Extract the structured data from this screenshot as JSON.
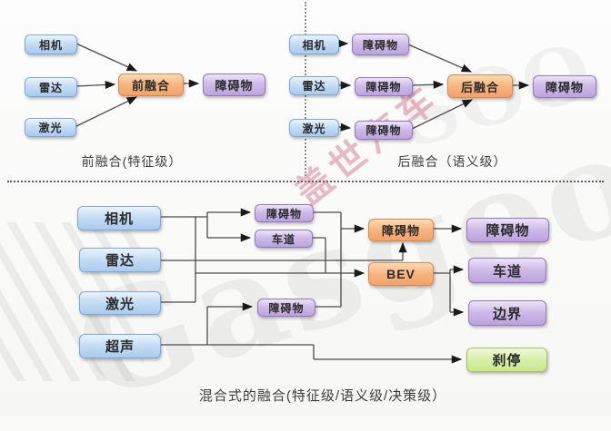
{
  "panels": {
    "early": {
      "caption": "前融合(特征级）",
      "nodes": {
        "camera": "相机",
        "radar": "雷达",
        "laser": "激光",
        "fusion": "前融合",
        "obstacle": "障碍物"
      }
    },
    "late": {
      "caption": "后融合（语义级）",
      "nodes": {
        "camera": "相机",
        "radar": "雷达",
        "laser": "激光",
        "obs_camera": "障碍物",
        "obs_radar": "障碍物",
        "obs_laser": "障碍物",
        "fusion": "后融合",
        "obstacle_out": "障碍物"
      }
    },
    "hybrid": {
      "caption": "混合式的融合(特征级/语义级/决策级）",
      "nodes": {
        "camera": "相机",
        "radar": "雷达",
        "laser": "激光",
        "ultrasonic": "超声",
        "obs_camera": "障碍物",
        "lane_mid": "车道",
        "obs_laser": "障碍物",
        "obs_fusion": "障碍物",
        "bev": "BEV",
        "obstacle_out": "障碍物",
        "lane_out": "车道",
        "boundary_out": "边界",
        "brake": "刹停"
      }
    }
  },
  "watermark": {
    "pink": "盖世汽车",
    "gray_large": "Gasgoo",
    "gray_small": "SOO"
  },
  "colors": {
    "sensor_blue": "#aecfef",
    "output_purple": "#c2abe0",
    "fusion_orange": "#f6ab72",
    "action_green": "#cde98f",
    "line": "#4a4a4a",
    "watermark_pink": "#d67690"
  }
}
